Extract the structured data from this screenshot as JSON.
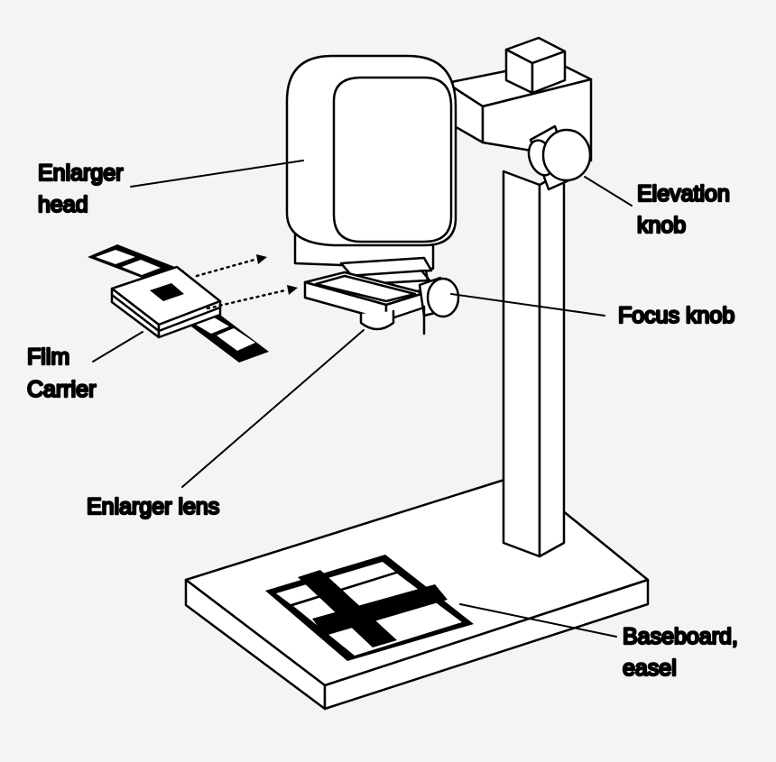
{
  "labels": {
    "enlarger_head": [
      "Enlarger",
      "head"
    ],
    "film_carrier": [
      "Film",
      "Carrier"
    ],
    "enlarger_lens": [
      "Enlarger lens"
    ],
    "elevation_knob": [
      "Elevation",
      "knob"
    ],
    "focus_knob": [
      "Focus knob"
    ],
    "baseboard": [
      "Baseboard,",
      "easel"
    ]
  },
  "colors": {
    "background": "#f4f4f4",
    "stroke": "#000000",
    "fill": "#ffffff"
  }
}
